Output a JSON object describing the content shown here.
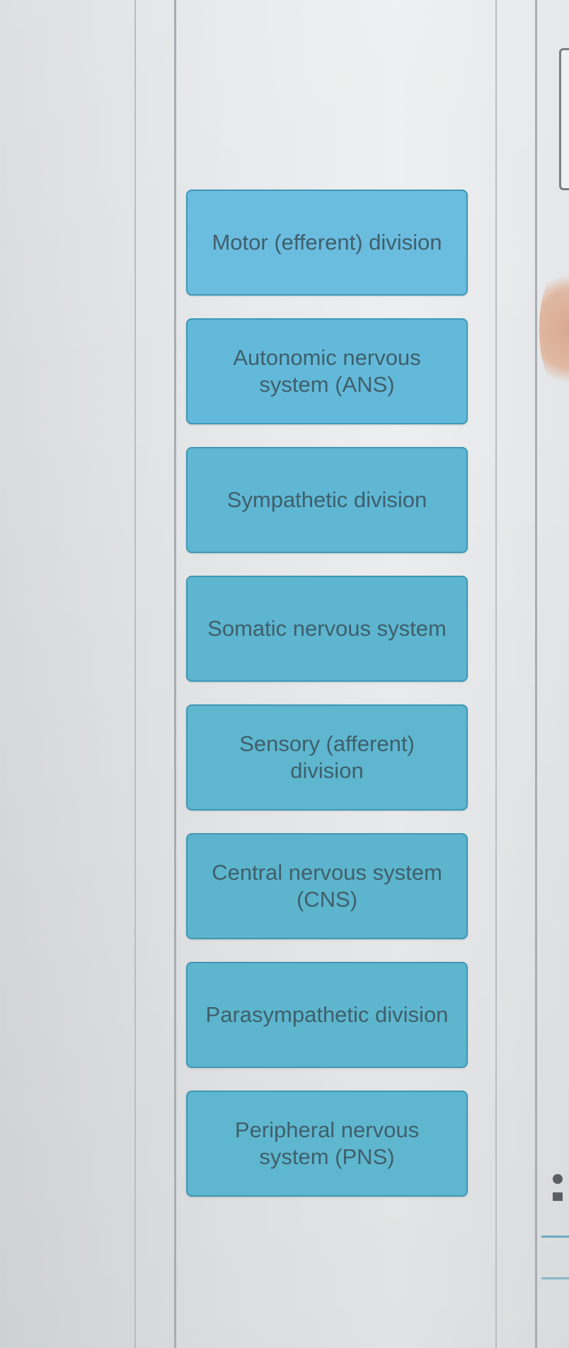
{
  "terms": [
    {
      "label": "Motor (efferent) division"
    },
    {
      "label": "Autonomic nervous\nsystem (ANS)"
    },
    {
      "label": "Sympathetic division"
    },
    {
      "label": "Somatic nervous system"
    },
    {
      "label": "Sensory (afferent)\ndivision"
    },
    {
      "label": "Central nervous system\n(CNS)"
    },
    {
      "label": "Parasympathetic division"
    },
    {
      "label": "Peripheral nervous\nsystem (PNS)"
    }
  ],
  "colors": {
    "tile_fill": "#62b8d2",
    "tile_border": "#3e98b6",
    "tile_text": "#3f5f6b",
    "background": "#e6e8ea"
  }
}
